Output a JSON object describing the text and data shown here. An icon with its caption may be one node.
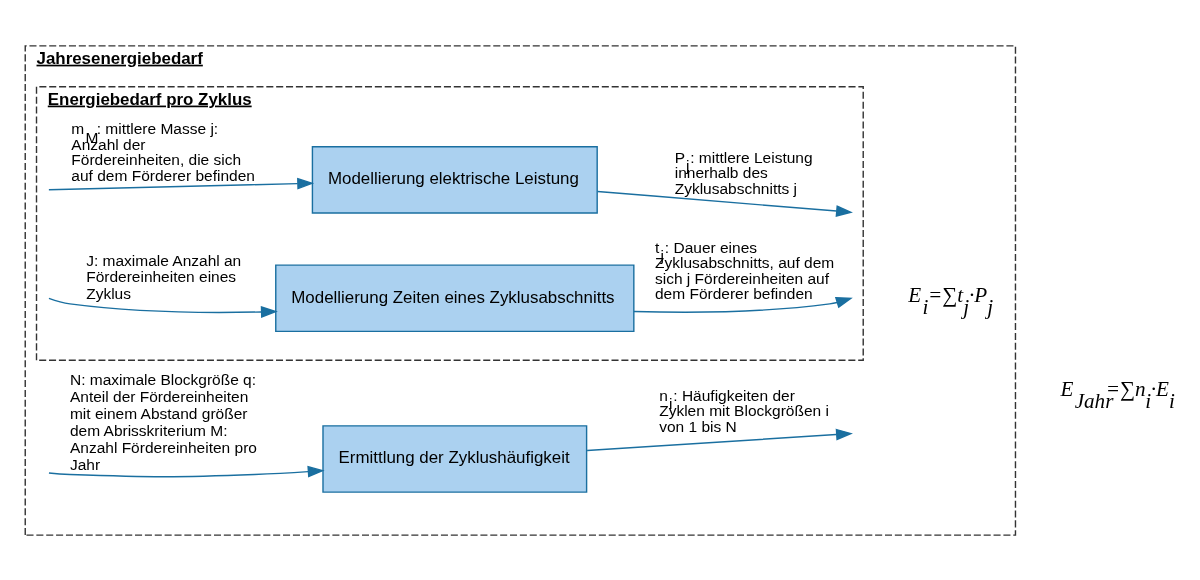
{
  "diagram": {
    "nodes": [
      {
        "text": [
          "Jahresenergiebedarf"
        ]
      },
      {
        "text": [
          "Energiebedarf pro Zyklus"
        ],
        "in": 0
      },
      {
        "text": [
          "Modellierung Zeiten eines Zyklusabschnitts"
        ],
        "in": 1
      },
      {
        "text": [
          "Modellierung elektrische Leistung"
        ],
        "in": 1
      },
      {
        "text": [
          "Ermittlung der Zyklushäufigkeit"
        ],
        "in": 0
      }
    ],
    "edges": [
      {
        "from": null,
        "to": 2,
        "arrow": "to",
        "label": "J: maximale Anzahl an Fördereinheiten eines Zyklus"
      },
      {
        "from": 2,
        "to": null,
        "arrow": "to",
        "label": "t$_{j}$: Dauer eines Zyklusabschnitts, auf dem sich j Fördereinheiten auf dem Förderer befinden"
      },
      {
        "from": null,
        "to": 3,
        "arrow": "to",
        "label": "m$_{M}$: mittlere Masse j: Anzahl der Fördereinheiten, die sich auf dem Förderer befinden"
      },
      {
        "from": 3,
        "to": null,
        "arrow": "to",
        "label": "P$_{j}$: mittlere Leistung innerhalb des Zyklusabschnitts j"
      },
      {
        "from": null,
        "to": 4,
        "arrow": "to",
        "label": "N: maximale Blockgröße q: Anteil der Fördereinheiten mit einem Abstand größer dem Abrisskriterium M: Anzahl Fördereinheiten pro Jahr"
      },
      {
        "from": 4,
        "to": null,
        "arrow": "to",
        "label": "n$_{i}$: Häufigkeiten der Zyklen mit Blockgrößen i von 1 bis N"
      }
    ],
    "labels": [
      "E$_{i}$=∑t$_{j}$·P$_{j}$",
      "E$_{Jahr}$=∑n$_{i}$·E$_{i}$"
    ]
  }
}
